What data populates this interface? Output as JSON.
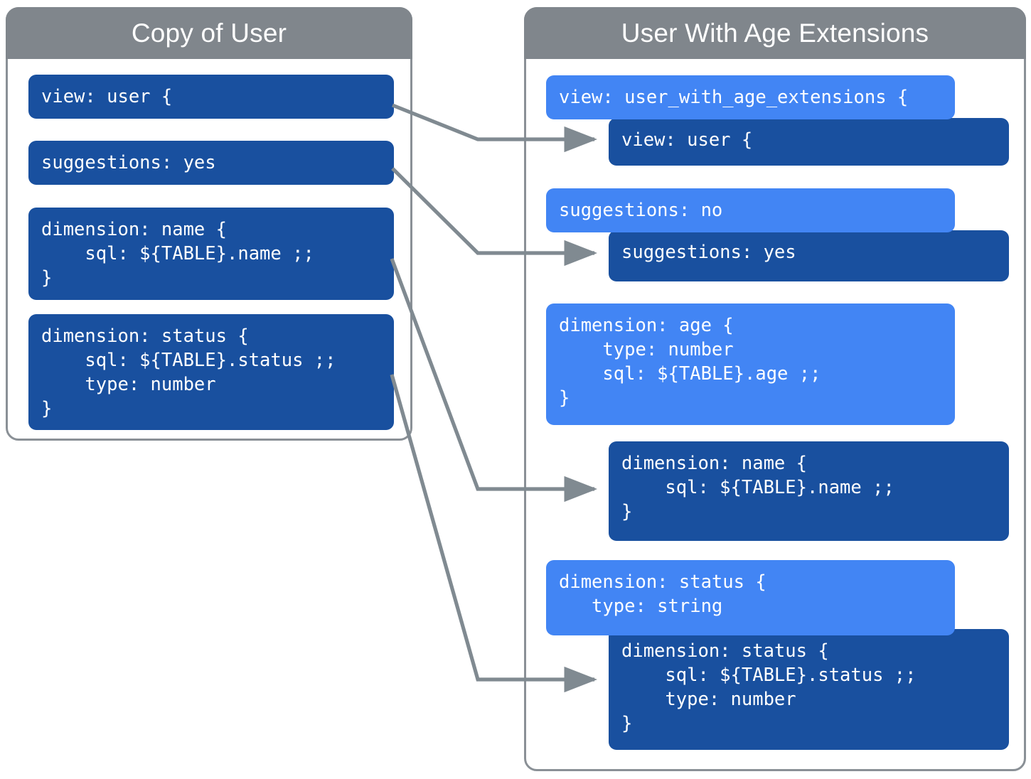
{
  "colors": {
    "dark_blue": "#19509f",
    "light_blue": "#4285f4",
    "header_gray": "#80868c",
    "panel_border": "#8a9096",
    "arrow_gray": "#808a91",
    "background": "#ffffff",
    "text": "#ffffff"
  },
  "left_panel": {
    "title": "Copy of User",
    "blocks": [
      {
        "id": "left-view",
        "text": "view: user {"
      },
      {
        "id": "left-sugg",
        "text": "suggestions: yes"
      },
      {
        "id": "left-dim-name",
        "text": "dimension: name {\n    sql: ${TABLE}.name ;;\n}"
      },
      {
        "id": "left-dim-status",
        "text": "dimension: status {\n    sql: ${TABLE}.status ;;\n    type: number\n}"
      }
    ]
  },
  "right_panel": {
    "title": "User With Age Extensions",
    "blocks": [
      {
        "id": "right-view-ext",
        "shade": "light",
        "text": "view: user_with_age_extensions {"
      },
      {
        "id": "right-view-user",
        "shade": "dark",
        "text": "view: user {"
      },
      {
        "id": "right-sugg-no",
        "shade": "light",
        "text": "suggestions: no"
      },
      {
        "id": "right-sugg-yes",
        "shade": "dark",
        "text": "suggestions: yes"
      },
      {
        "id": "right-dim-age",
        "shade": "light",
        "text": "dimension: age {\n    type: number\n    sql: ${TABLE}.age ;;\n}"
      },
      {
        "id": "right-dim-name",
        "shade": "dark",
        "text": "dimension: name {\n    sql: ${TABLE}.name ;;\n}"
      },
      {
        "id": "right-dim-status-l",
        "shade": "light",
        "text": "dimension: status {\n   type: string"
      },
      {
        "id": "right-dim-status-d",
        "shade": "dark",
        "text": "dimension: status {\n    sql: ${TABLE}.status ;;\n    type: number\n}"
      }
    ]
  },
  "connections": [
    {
      "id": "conn-view",
      "from": "left-view",
      "to": "right-view-user"
    },
    {
      "id": "conn-suggestions",
      "from": "left-sugg",
      "to": "right-sugg-yes"
    },
    {
      "id": "conn-dim-name",
      "from": "left-dim-name",
      "to": "right-dim-name"
    },
    {
      "id": "conn-dim-status",
      "from": "left-dim-status",
      "to": "right-dim-status-d"
    }
  ]
}
